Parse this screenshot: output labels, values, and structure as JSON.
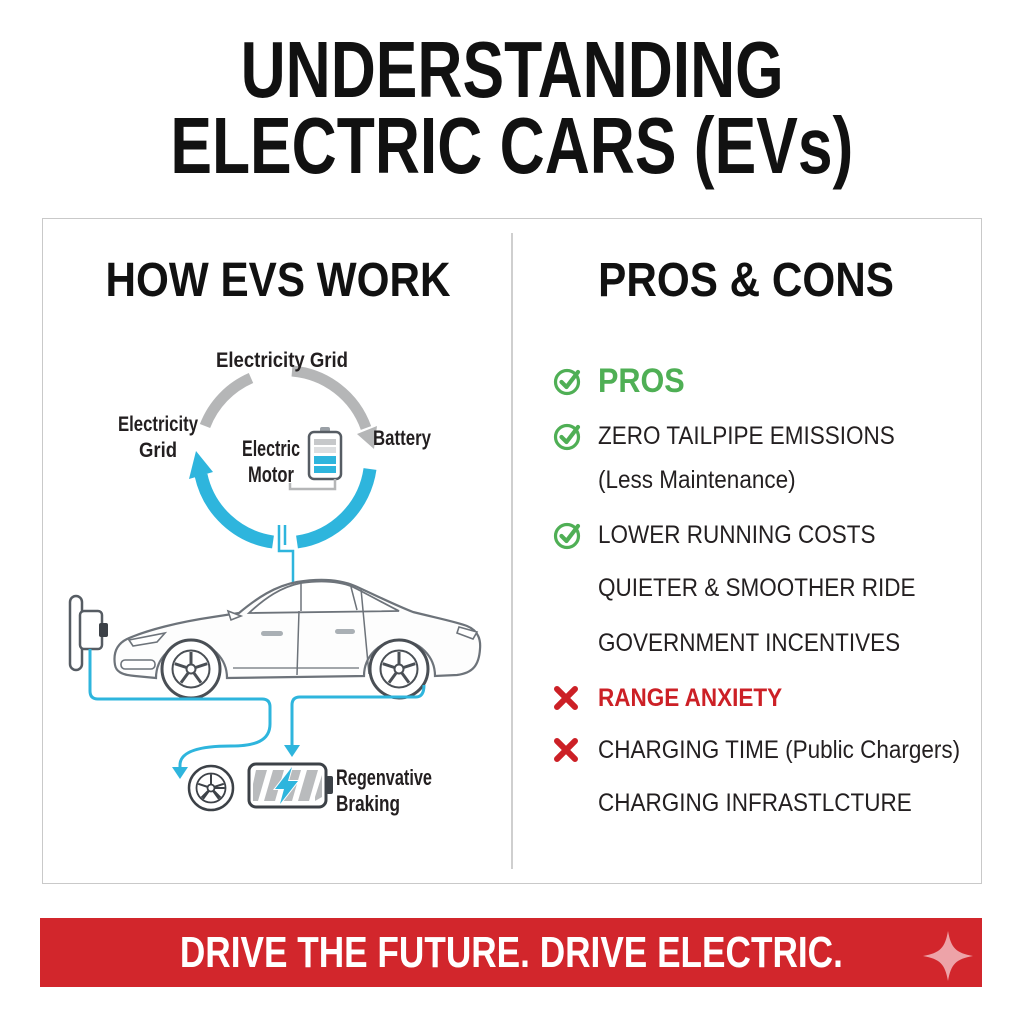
{
  "title": {
    "line1": "UNDERSTANDING",
    "line2": "ELECTRIC CARS (EVs)"
  },
  "left_panel": {
    "heading": "HOW EVS WORK",
    "cycle": {
      "top_label": "Electricity Grid",
      "left_label_line1": "Electricity",
      "left_label_line2": "Grid",
      "right_label": "Battery",
      "center_label_line1": "Electric",
      "center_label_line2": "Motor"
    },
    "regen": {
      "label_line1": "Regenvative",
      "label_line2": "Braking"
    }
  },
  "right_panel": {
    "heading": "PROS & CONS",
    "items": [
      {
        "label": "PROS",
        "icon": "check-circle",
        "style": "green-bold"
      },
      {
        "label": "ZERO TAILPIPE EMISSIONS",
        "icon": "check-circle",
        "style": "normal"
      },
      {
        "label": "(Less Maintenance)",
        "icon": "none",
        "style": "normal"
      },
      {
        "label": "LOWER RUNNING COSTS",
        "icon": "check-circle",
        "style": "normal"
      },
      {
        "label": "QUIETER & SMOOTHER RIDE",
        "icon": "none",
        "style": "normal"
      },
      {
        "label": "GOVERNMENT INCENTIVES",
        "icon": "none",
        "style": "normal"
      },
      {
        "label": "RANGE ANXIETY",
        "icon": "cross",
        "style": "red-bold"
      },
      {
        "label": "CHARGING TIME (Public Chargers)",
        "icon": "cross",
        "style": "normal"
      },
      {
        "label": "CHARGING INFRASTLCTURE",
        "icon": "none",
        "style": "normal"
      }
    ]
  },
  "banner": {
    "text": "DRIVE THE FUTURE. DRIVE ELECTRIC."
  },
  "colors": {
    "ink": "#231f20",
    "accent_blue": "#2eb5dd",
    "arc_gray": "#b5b6b7",
    "accent_green": "#4faf55",
    "accent_red": "#cc2026",
    "banner_red": "#d2262c",
    "panel_border": "#c9c9c9"
  }
}
